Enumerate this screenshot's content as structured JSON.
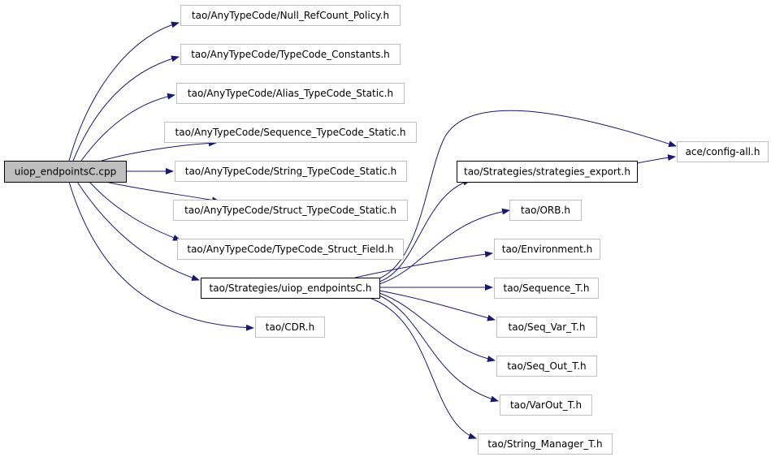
{
  "colors": {
    "edge": "#191970",
    "node_border_external": "#bfbfbf",
    "node_border_local": "#000000",
    "node_fill_root": "#bfbfbf",
    "node_fill": "#ffffff",
    "text": "#000000"
  },
  "nodes": [
    {
      "id": "root",
      "label": "uiop_endpointsC.cpp",
      "kind": "root"
    },
    {
      "id": "null_refcount",
      "label": "tao/AnyTypeCode/Null_RefCount_Policy.h",
      "kind": "external"
    },
    {
      "id": "tc_constants",
      "label": "tao/AnyTypeCode/TypeCode_Constants.h",
      "kind": "external"
    },
    {
      "id": "alias_static",
      "label": "tao/AnyTypeCode/Alias_TypeCode_Static.h",
      "kind": "external"
    },
    {
      "id": "sequence_static",
      "label": "tao/AnyTypeCode/Sequence_TypeCode_Static.h",
      "kind": "external"
    },
    {
      "id": "string_static",
      "label": "tao/AnyTypeCode/String_TypeCode_Static.h",
      "kind": "external"
    },
    {
      "id": "struct_static",
      "label": "tao/AnyTypeCode/Struct_TypeCode_Static.h",
      "kind": "external"
    },
    {
      "id": "struct_field",
      "label": "tao/AnyTypeCode/TypeCode_Struct_Field.h",
      "kind": "external"
    },
    {
      "id": "uiop_h",
      "label": "tao/Strategies/uiop_endpointsC.h",
      "kind": "local"
    },
    {
      "id": "cdr",
      "label": "tao/CDR.h",
      "kind": "external"
    },
    {
      "id": "strategies_export",
      "label": "tao/Strategies/strategies_export.h",
      "kind": "local"
    },
    {
      "id": "config_all",
      "label": "ace/config-all.h",
      "kind": "external"
    },
    {
      "id": "orb",
      "label": "tao/ORB.h",
      "kind": "external"
    },
    {
      "id": "environment",
      "label": "tao/Environment.h",
      "kind": "external"
    },
    {
      "id": "sequence_t",
      "label": "tao/Sequence_T.h",
      "kind": "external"
    },
    {
      "id": "seq_var_t",
      "label": "tao/Seq_Var_T.h",
      "kind": "external"
    },
    {
      "id": "seq_out_t",
      "label": "tao/Seq_Out_T.h",
      "kind": "external"
    },
    {
      "id": "varout_t",
      "label": "tao/VarOut_T.h",
      "kind": "external"
    },
    {
      "id": "string_manager",
      "label": "tao/String_Manager_T.h",
      "kind": "external"
    }
  ],
  "edges": [
    {
      "from": "root",
      "to": "null_refcount"
    },
    {
      "from": "root",
      "to": "tc_constants"
    },
    {
      "from": "root",
      "to": "alias_static"
    },
    {
      "from": "root",
      "to": "sequence_static"
    },
    {
      "from": "root",
      "to": "string_static"
    },
    {
      "from": "root",
      "to": "struct_static"
    },
    {
      "from": "root",
      "to": "struct_field"
    },
    {
      "from": "root",
      "to": "uiop_h"
    },
    {
      "from": "root",
      "to": "cdr"
    },
    {
      "from": "uiop_h",
      "to": "strategies_export"
    },
    {
      "from": "uiop_h",
      "to": "config_all"
    },
    {
      "from": "uiop_h",
      "to": "orb"
    },
    {
      "from": "uiop_h",
      "to": "environment"
    },
    {
      "from": "uiop_h",
      "to": "sequence_t"
    },
    {
      "from": "uiop_h",
      "to": "seq_var_t"
    },
    {
      "from": "uiop_h",
      "to": "seq_out_t"
    },
    {
      "from": "uiop_h",
      "to": "varout_t"
    },
    {
      "from": "uiop_h",
      "to": "string_manager"
    },
    {
      "from": "strategies_export",
      "to": "config_all"
    }
  ]
}
